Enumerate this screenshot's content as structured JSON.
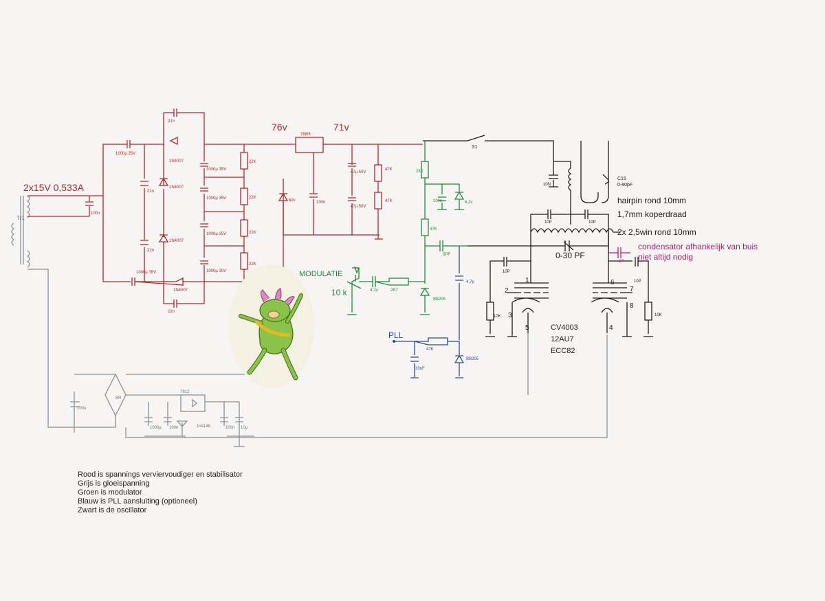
{
  "colors": {
    "red": "#b5262a",
    "grey": "#8a9096",
    "green": "#1e8a3a",
    "blue": "#2a4a9a",
    "black": "#1c1c1c",
    "purple": "#b0206a",
    "background": "#f7f5f3"
  },
  "labels": {
    "transformer": "2x15V 0,533A",
    "tr_name": "Tr1",
    "v76": "76v",
    "v71": "71v",
    "reg_78l05": "78l05",
    "switch": "S1",
    "modulation": "MODULATIE",
    "pot_10k": "10 k",
    "pll": "PLL",
    "c_var": "0-30 PF",
    "c15": "C15",
    "c15_val": "0-80pF",
    "hairpin": "hairpin rond 10mm",
    "wire": "1,7mm koperdraad",
    "winding": "2x 2,5win rond 10mm",
    "cap_note1": "condensator afhankelijk van buis",
    "cap_note2": "niet altijd nodig",
    "tube1": "CV4003",
    "tube2": "12AU7",
    "tube3": "ECC82",
    "reg_7812": "7812",
    "bridge": "BR",
    "d_1n4148": "1n4148",
    "pin1": "1",
    "pin2": "2",
    "pin3": "3",
    "pin4": "4",
    "pin5": "5",
    "pin6": "6",
    "pin7": "7",
    "pin8": "8"
  },
  "components": {
    "c_100n_in": "100n",
    "c_1000u_top": "1000µ 35V",
    "c_1000u_bot": "1000µ 35V",
    "c_22n_a": "22n",
    "c_22n_b": "22n",
    "c_22n_c": "22n",
    "c_22n_d": "22n",
    "d_1n4007_a": "1N4007",
    "d_1n4007_b": "1N4007",
    "d_1n4007_c": "1N4007",
    "d_1n4007_d": "1N4007",
    "c_stack_1": "1000µ 35V",
    "c_stack_2": "1000µ 35V",
    "c_stack_3": "1000µ 35V",
    "c_stack_4": "1000µ 35V",
    "r_22k_1": "22K",
    "r_22k_2": "22K",
    "r_22k_3": "22K",
    "r_22k_4": "22K",
    "z_62v": "62v",
    "c_100n_reg": "100n",
    "c_47u_1": "47µ 50V",
    "c_47u_2": "47µ 50V",
    "r_47k_1": "47K",
    "r_47k_2": "47K",
    "r_2k2": "2K2",
    "c_100n_g": "100n",
    "z_6v2": "6,2v",
    "r_47k_g": "47K",
    "c_5pf": "5PF",
    "c_4p7": "4,7p",
    "r_2k7": "2K7",
    "d_bb205": "BB205",
    "c_4p7_b": "4,7p",
    "r_47k_b": "47K",
    "c_33nf": "33nF",
    "d_bb205_b": "BB205",
    "c_10n": "10N",
    "c_10p_a": "10P",
    "c_10p_b": "10P",
    "c_10p_c": "10P",
    "c_10p_d": "10P",
    "c_3p": "3P",
    "r_10k_a": "10K",
    "r_10k_b": "10K",
    "c_100n_f": "100n",
    "c_1000u_f": "1000µ",
    "c_100n_f2": "100n",
    "c_100n_f3": "100n",
    "c_10u_f": "10µ"
  },
  "legend": [
    "Rood is spannings verviervoudiger en stabilisator",
    "Grijs is gloeispanning",
    "Groen is modulator",
    "Blauw is PLL aansluiting (optioneel)",
    "Zwart is de oscillator"
  ]
}
